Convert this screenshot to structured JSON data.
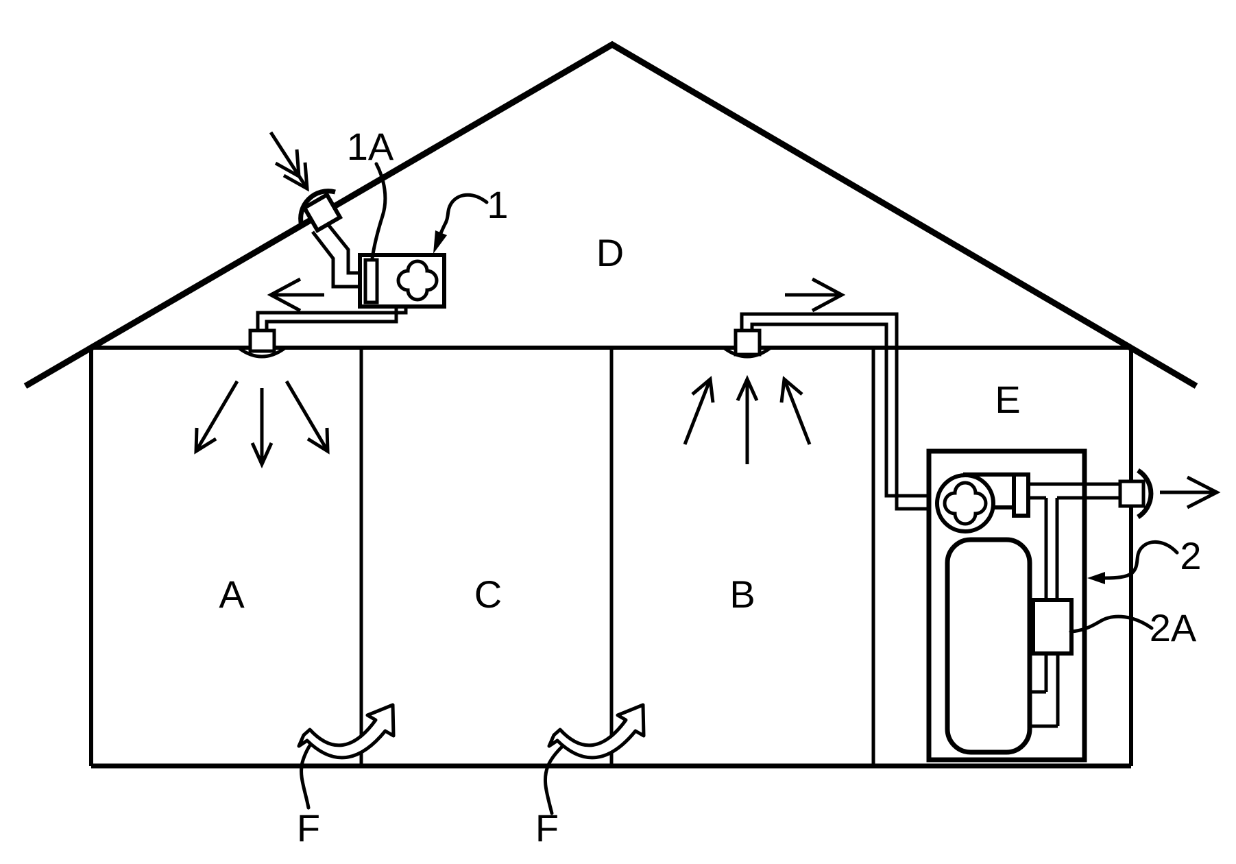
{
  "labels": {
    "attic": "D",
    "room_a": "A",
    "room_c": "C",
    "room_b": "B",
    "room_e": "E",
    "supply_unit": "1",
    "supply_filter": "1A",
    "exhaust_unit": "2",
    "exhaust_component": "2A",
    "under_door_flow_1": "F",
    "under_door_flow_2": "F"
  },
  "colors": {
    "line": "#000000",
    "background": "#ffffff"
  }
}
